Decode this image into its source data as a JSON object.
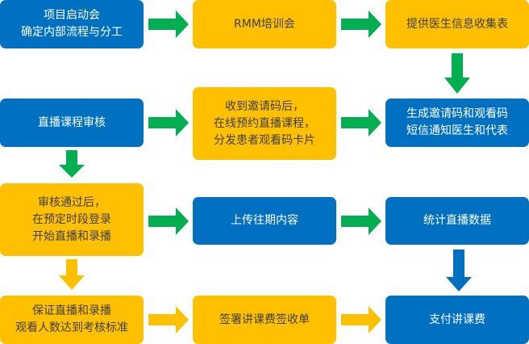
{
  "colors": {
    "blue": "#0070C0",
    "yellow": "#FFC000",
    "green_arrow": "#00B050",
    "text_dark": "#404040",
    "text_light": "#FFFFFF"
  },
  "steps": [
    {
      "id": "kickoff",
      "text": "项目启动会\n确定内部流程与分工",
      "style": "blue"
    },
    {
      "id": "rmm-training",
      "text": "RMM培训会",
      "style": "yellow"
    },
    {
      "id": "doctor-info",
      "text": "提供医生信息收集表",
      "style": "yellow"
    },
    {
      "id": "course-review",
      "text": "直播课程审核",
      "style": "blue"
    },
    {
      "id": "book-course",
      "text": "收到邀请码后，\n在线预约直播课程，\n分发患者观看码卡片",
      "style": "yellow"
    },
    {
      "id": "generate-codes",
      "text": "生成邀请码和观看码\n短信通知医生和代表",
      "style": "blue"
    },
    {
      "id": "go-live",
      "text": "审核通过后，\n在预定时段登录\n开始直播和录播",
      "style": "yellow"
    },
    {
      "id": "upload-past",
      "text": "上传往期内容",
      "style": "blue"
    },
    {
      "id": "live-stats",
      "text": "统计直播数据",
      "style": "blue"
    },
    {
      "id": "ensure-views",
      "text": "保证直播和录播\n观看人数达到考核标准",
      "style": "yellow"
    },
    {
      "id": "sign-receipt",
      "text": "签署讲课费签收单",
      "style": "yellow"
    },
    {
      "id": "pay-fee",
      "text": "支付讲课费",
      "style": "blue"
    }
  ],
  "connections": [
    {
      "from": "kickoff",
      "to": "rmm-training",
      "color": "green"
    },
    {
      "from": "rmm-training",
      "to": "doctor-info",
      "color": "green"
    },
    {
      "from": "doctor-info",
      "to": "generate-codes",
      "color": "green"
    },
    {
      "from": "course-review",
      "to": "book-course",
      "color": "green"
    },
    {
      "from": "book-course",
      "to": "generate-codes",
      "color": "green"
    },
    {
      "from": "course-review",
      "to": "go-live",
      "color": "green"
    },
    {
      "from": "go-live",
      "to": "upload-past",
      "color": "green"
    },
    {
      "from": "upload-past",
      "to": "live-stats",
      "color": "green"
    },
    {
      "from": "go-live",
      "to": "ensure-views",
      "color": "yellow"
    },
    {
      "from": "live-stats",
      "to": "pay-fee",
      "color": "blue"
    },
    {
      "from": "ensure-views",
      "to": "sign-receipt",
      "color": "yellow"
    },
    {
      "from": "sign-receipt",
      "to": "pay-fee",
      "color": "yellow"
    }
  ]
}
